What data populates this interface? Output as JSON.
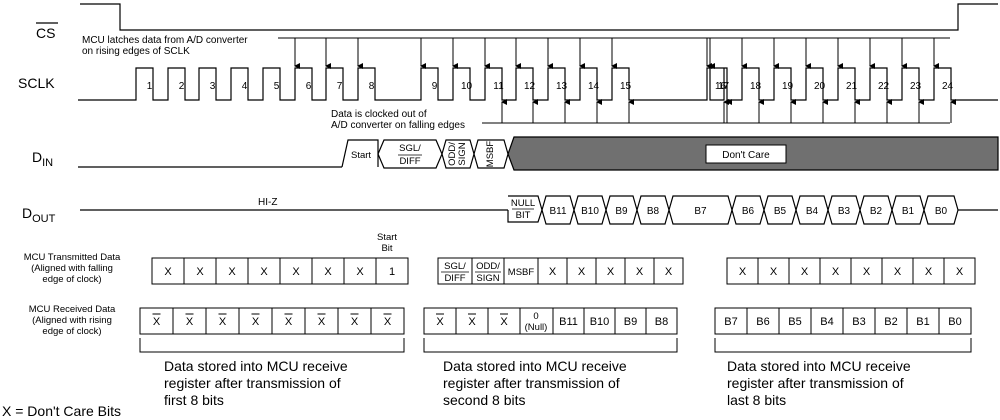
{
  "signals": {
    "cs": "CS",
    "sclk": "SCLK",
    "din_main": "D",
    "din_sub": "IN",
    "dout_main": "D",
    "dout_sub": "OUT"
  },
  "annotations": {
    "latch_line1": "MCU latches data from A/D converter",
    "latch_line2": "on rising edges of SCLK",
    "clock_line1": "Data is clocked out of",
    "clock_line2": "A/D converter on falling edges"
  },
  "clock_numbers": [
    "1",
    "2",
    "3",
    "4",
    "5",
    "6",
    "7",
    "8",
    "9",
    "10",
    "11",
    "12",
    "13",
    "14",
    "15",
    "16",
    "17",
    "18",
    "19",
    "20",
    "21",
    "22",
    "23",
    "24"
  ],
  "din": {
    "start": "Start",
    "sgl_top": "SGL/",
    "sgl_bottom": "DIFF",
    "odd_top": "ODD/",
    "odd_bottom": "SIGN",
    "msbf": "MSBF",
    "dont_care": "Don't Care"
  },
  "dout": {
    "hiz": "HI-Z",
    "null_top": "NULL",
    "null_bottom": "BIT",
    "bits": [
      "B11",
      "B10",
      "B9",
      "B8",
      "B7",
      "B6",
      "B5",
      "B4",
      "B3",
      "B2",
      "B1",
      "B0"
    ]
  },
  "tx_label": [
    "MCU Transmitted Data",
    "(Aligned with falling",
    "edge of clock)"
  ],
  "rx_label": [
    "MCU Received Data",
    "(Aligned with rising",
    "edge of clock)"
  ],
  "start_bit_label": [
    "Start",
    "Bit"
  ],
  "tx_group1": [
    "X",
    "X",
    "X",
    "X",
    "X",
    "X",
    "X",
    "1"
  ],
  "tx_group2": {
    "sgl_top": "SGL/",
    "sgl_bottom": "DIFF",
    "odd_top": "ODD/",
    "odd_bottom": "SIGN",
    "msbf": "MSBF",
    "x": [
      "X",
      "X",
      "X",
      "X",
      "X"
    ]
  },
  "tx_group3": [
    "X",
    "X",
    "X",
    "X",
    "X",
    "X",
    "X",
    "X"
  ],
  "rx_group1": [
    "X",
    "X",
    "X",
    "X",
    "X",
    "X",
    "X",
    "X"
  ],
  "rx_group2": {
    "x": [
      "X",
      "X",
      "X"
    ],
    "null_top": "0",
    "null_bottom": "(Null)",
    "bits": [
      "B11",
      "B10",
      "B9",
      "B8"
    ]
  },
  "rx_group3": [
    "B7",
    "B6",
    "B5",
    "B4",
    "B3",
    "B2",
    "B1",
    "B0"
  ],
  "captions": [
    [
      "Data stored into MCU receive",
      "register after transmission of",
      "first 8 bits"
    ],
    [
      "Data stored into MCU receive",
      "register after transmission of",
      "second 8 bits"
    ],
    [
      "Data stored into MCU receive",
      "register after transmission of",
      "last 8 bits"
    ]
  ],
  "legend": "X = Don't Care Bits"
}
